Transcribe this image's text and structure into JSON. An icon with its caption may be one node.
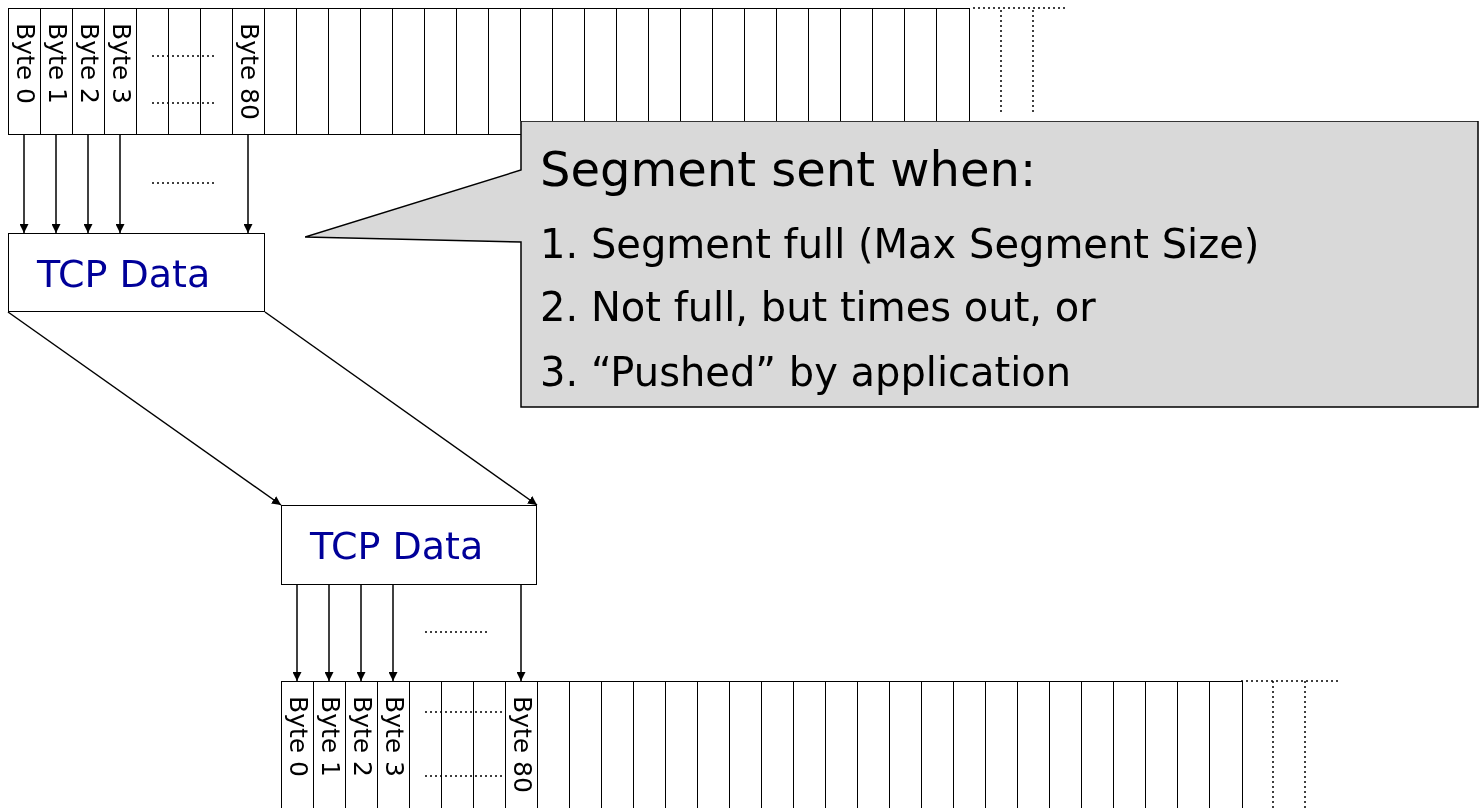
{
  "diagram": {
    "nodes": [
      {
        "text": [
          "Byte 0"
        ]
      },
      {
        "text": [
          "Byte 1"
        ]
      },
      {
        "text": [
          "Byte 2"
        ]
      },
      {
        "text": [
          "Byte 3"
        ]
      },
      {
        "text": [],
        "shape": "box"
      },
      {
        "text": [],
        "shape": "box"
      },
      {
        "text": [],
        "shape": "box"
      },
      {
        "text": [
          "Byte 80"
        ]
      },
      {
        "text": [],
        "shape": "box"
      },
      {
        "text": [],
        "shape": "box"
      },
      {
        "text": [],
        "shape": "box"
      },
      {
        "text": [],
        "shape": "box"
      },
      {
        "text": [],
        "shape": "box"
      },
      {
        "text": [],
        "shape": "box"
      },
      {
        "text": [],
        "shape": "box"
      },
      {
        "text": [],
        "shape": "box"
      },
      {
        "text": [],
        "shape": "box"
      },
      {
        "text": [],
        "shape": "box"
      },
      {
        "text": [],
        "shape": "box"
      },
      {
        "text": [],
        "shape": "box"
      },
      {
        "text": [],
        "shape": "box"
      },
      {
        "text": [],
        "shape": "box"
      },
      {
        "text": [],
        "shape": "box"
      },
      {
        "text": [],
        "shape": "box"
      },
      {
        "text": [],
        "shape": "box"
      },
      {
        "text": [],
        "shape": "box"
      },
      {
        "text": [],
        "shape": "box"
      },
      {
        "text": [],
        "shape": "box"
      },
      {
        "text": [],
        "shape": "box"
      },
      {
        "text": [],
        "shape": "box"
      },
      {
        "text": [
          "Segment sent when:",
          "1. Segment full (Max Segment Size)",
          "2. Not full, but times out, or",
          "3. “Pushed” by application"
        ]
      },
      {
        "text": [
          "TCP Data"
        ]
      },
      {
        "text": [
          "TCP Data"
        ]
      },
      {
        "text": [
          "Byte 0"
        ]
      },
      {
        "text": [
          "Byte 1"
        ]
      },
      {
        "text": [
          "Byte 2"
        ]
      },
      {
        "text": [
          "Byte 3"
        ]
      },
      {
        "text": [],
        "shape": "box"
      },
      {
        "text": [],
        "shape": "box"
      },
      {
        "text": [],
        "shape": "box"
      },
      {
        "text": [
          "Byte 80"
        ]
      },
      {
        "text": [],
        "shape": "box"
      },
      {
        "text": [],
        "shape": "box"
      },
      {
        "text": [],
        "shape": "box"
      },
      {
        "text": [],
        "shape": "box"
      },
      {
        "text": [],
        "shape": "box"
      },
      {
        "text": [],
        "shape": "box"
      },
      {
        "text": [],
        "shape": "box"
      },
      {
        "text": [],
        "shape": "box"
      },
      {
        "text": [],
        "shape": "box"
      },
      {
        "text": [],
        "shape": "box"
      },
      {
        "text": [],
        "shape": "box"
      },
      {
        "text": [],
        "shape": "box"
      },
      {
        "text": [],
        "shape": "box"
      },
      {
        "text": [],
        "shape": "box"
      },
      {
        "text": [],
        "shape": "box"
      },
      {
        "text": [],
        "shape": "box"
      },
      {
        "text": [],
        "shape": "box"
      },
      {
        "text": [],
        "shape": "box"
      },
      {
        "text": [],
        "shape": "box"
      },
      {
        "text": [],
        "shape": "box"
      },
      {
        "text": [],
        "shape": "box"
      },
      {
        "text": [],
        "shape": "box"
      }
    ],
    "edges": [
      {
        "from": 0,
        "to": 31,
        "arrow": "to"
      },
      {
        "from": 1,
        "to": 31,
        "arrow": "to"
      },
      {
        "from": 2,
        "to": 31,
        "arrow": "to"
      },
      {
        "from": 3,
        "to": 31,
        "arrow": "to"
      },
      {
        "from": 7,
        "to": 31,
        "arrow": "to"
      },
      {
        "from": 31,
        "to": 32,
        "arrow": "to"
      },
      {
        "from": 31,
        "to": 32,
        "arrow": "to"
      },
      {
        "from": 32,
        "to": 33,
        "arrow": "to"
      },
      {
        "from": 32,
        "to": 34,
        "arrow": "to"
      },
      {
        "from": 32,
        "to": 35,
        "arrow": "to"
      },
      {
        "from": 32,
        "to": 36,
        "arrow": "to"
      },
      {
        "from": 32,
        "to": 40,
        "arrow": "to"
      }
    ]
  }
}
